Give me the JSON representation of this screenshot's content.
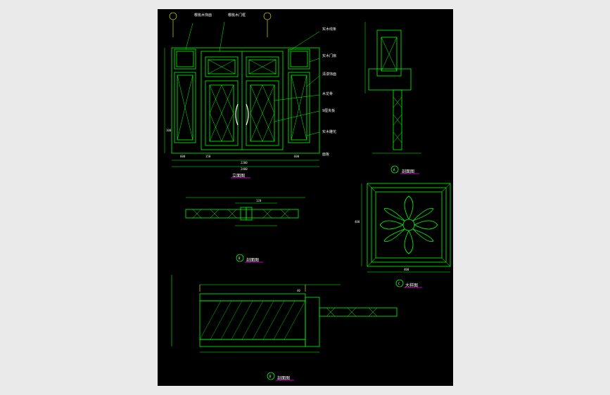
{
  "titles": {
    "front": "立面图",
    "section_a": "剖面图",
    "section_b": "剖面图",
    "section_c": "剖面图",
    "flower": "大样图"
  },
  "markers": {
    "a": "A",
    "b": "B",
    "c": "C",
    "d": "D"
  },
  "dims": {
    "total_width": "2400",
    "inner_width": "2200",
    "left_panel": "600",
    "door_leaf": "150",
    "right_panel": "600",
    "height_100": "100",
    "dim_120": "120",
    "dim_40": "40",
    "flower_w": "400",
    "flower_h": "400"
  },
  "notes": {
    "n1": "樱桃木饰面",
    "n2": "樱桃木门框",
    "n3": "实木线条",
    "n4": "实木门扇",
    "n5": "清漆饰面",
    "n6": "木龙骨",
    "n7": "9厘夹板",
    "n8": "实木雕花",
    "n9": "面板"
  },
  "colors": {
    "background": "#000000",
    "line": "#00ff00",
    "accent": "#ffff00",
    "title_underline": "#ff00ff",
    "text": "#f2f2f2"
  }
}
